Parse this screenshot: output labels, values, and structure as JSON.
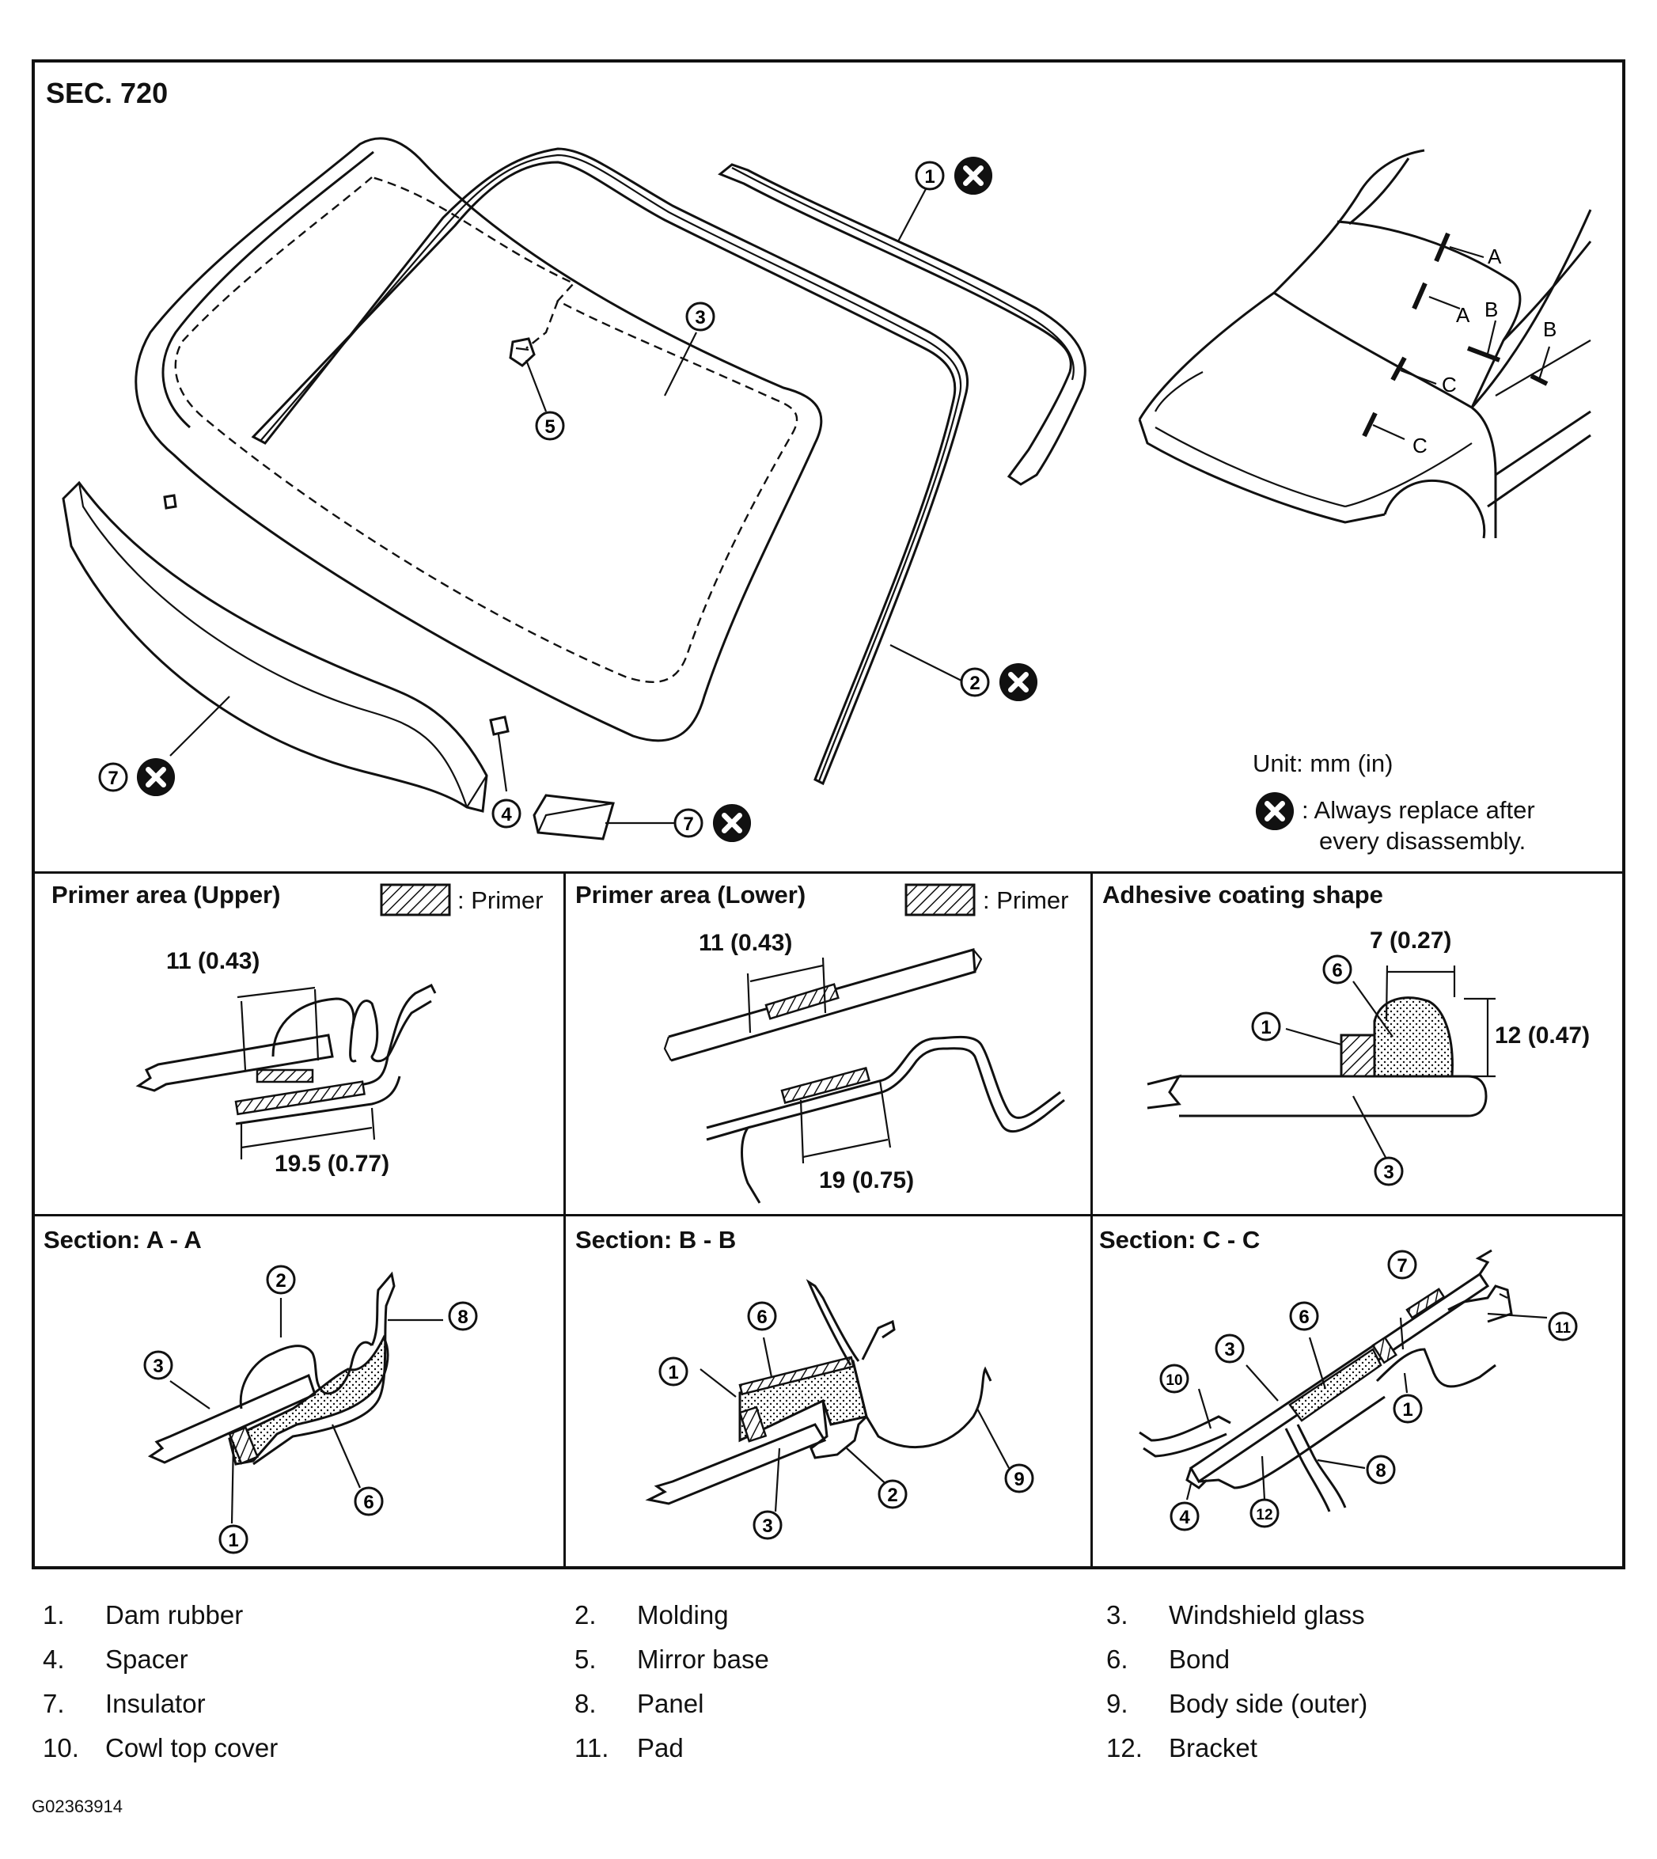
{
  "section_title": "SEC. 720",
  "unit_note": "Unit: mm (in)",
  "replace_note": {
    "line1": ": Always replace after",
    "line2": "every disassembly."
  },
  "callouts": [
    "1",
    "2",
    "3",
    "4",
    "5",
    "6",
    "7",
    "8",
    "9",
    "10",
    "11",
    "12"
  ],
  "view_letters": {
    "a": "A",
    "b": "B",
    "c": "C"
  },
  "panels": {
    "primer_upper": {
      "title": "Primer area (Upper)",
      "primer_legend": ": Primer",
      "dim1": "11 (0.43)",
      "dim2": "19.5 (0.77)"
    },
    "primer_lower": {
      "title": "Primer area (Lower)",
      "primer_legend": ": Primer",
      "dim1": "11 (0.43)",
      "dim2": "19 (0.75)"
    },
    "adhesive": {
      "title": "Adhesive coating shape",
      "dim_w": "7 (0.27)",
      "dim_h": "12 (0.47)"
    },
    "section_aa": {
      "title": "Section: A - A"
    },
    "section_bb": {
      "title": "Section: B - B"
    },
    "section_cc": {
      "title": "Section: C - C"
    }
  },
  "legend": [
    {
      "num": "1.",
      "label": "Dam rubber"
    },
    {
      "num": "2.",
      "label": "Molding"
    },
    {
      "num": "3.",
      "label": "Windshield glass"
    },
    {
      "num": "4.",
      "label": "Spacer"
    },
    {
      "num": "5.",
      "label": "Mirror base"
    },
    {
      "num": "6.",
      "label": "Bond"
    },
    {
      "num": "7.",
      "label": "Insulator"
    },
    {
      "num": "8.",
      "label": "Panel"
    },
    {
      "num": "9.",
      "label": "Body side (outer)"
    },
    {
      "num": "10.",
      "label": "Cowl top cover"
    },
    {
      "num": "11.",
      "label": "Pad"
    },
    {
      "num": "12.",
      "label": "Bracket"
    }
  ],
  "figure_code": "G02363914"
}
